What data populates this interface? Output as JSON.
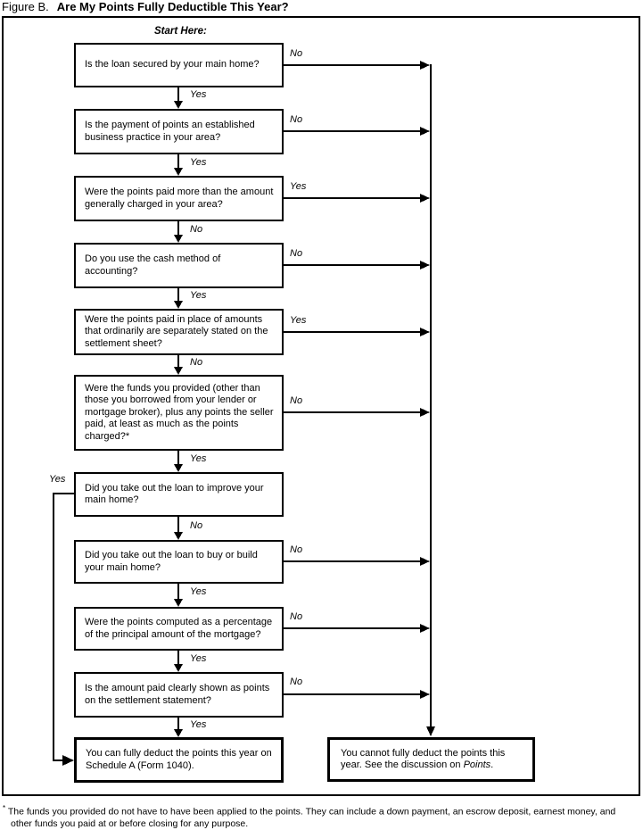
{
  "title": {
    "prefix": "Figure B.",
    "main": "Are My Points Fully Deductible This Year?"
  },
  "start_label": "Start Here:",
  "colors": {
    "ink": "#000000",
    "background": "#ffffff"
  },
  "boxes": [
    {
      "text": "Is the loan secured by your main home?",
      "side_label": "No",
      "down_label": "Yes"
    },
    {
      "text": "Is the payment of points an established business practice in your area?",
      "side_label": "No",
      "down_label": "Yes"
    },
    {
      "text": "Were the points paid more than the amount generally charged in your area?",
      "side_label": "Yes",
      "down_label": "No"
    },
    {
      "text": "Do you use the cash method of accounting?",
      "side_label": "No",
      "down_label": "Yes"
    },
    {
      "text": "Were the points paid in place of amounts that ordinarily are separately stated on the settlement sheet?",
      "side_label": "Yes",
      "down_label": "No"
    },
    {
      "text": "Were the funds you provided (other than those you borrowed from your lender or mortgage broker), plus any points the seller paid, at least as much as the points charged?*",
      "side_label": "No",
      "down_label": "Yes"
    },
    {
      "text": "Did you take out the loan to improve your main home?",
      "side_label": "Yes",
      "down_label": "No"
    },
    {
      "text": "Did you take out the loan to buy or build your main home?",
      "side_label": "No",
      "down_label": "Yes"
    },
    {
      "text": "Were the points computed as a percentage of the principal amount of the mortgage?",
      "side_label": "No",
      "down_label": "Yes"
    },
    {
      "text": "Is the amount paid clearly shown as points on the settlement statement?",
      "side_label": "No",
      "down_label": "Yes"
    }
  ],
  "results": {
    "can": "You can fully deduct the points this year on Schedule A (Form 1040).",
    "cannot_prefix": "You cannot fully deduct the points this year. See the discussion on ",
    "cannot_italic": "Points",
    "cannot_suffix": "."
  },
  "footnote": {
    "marker": "*",
    "text": " The funds you provided do not have to have been applied to the points. They can include a down payment, an escrow deposit, earnest money, and other funds you paid at or before closing for any purpose."
  }
}
